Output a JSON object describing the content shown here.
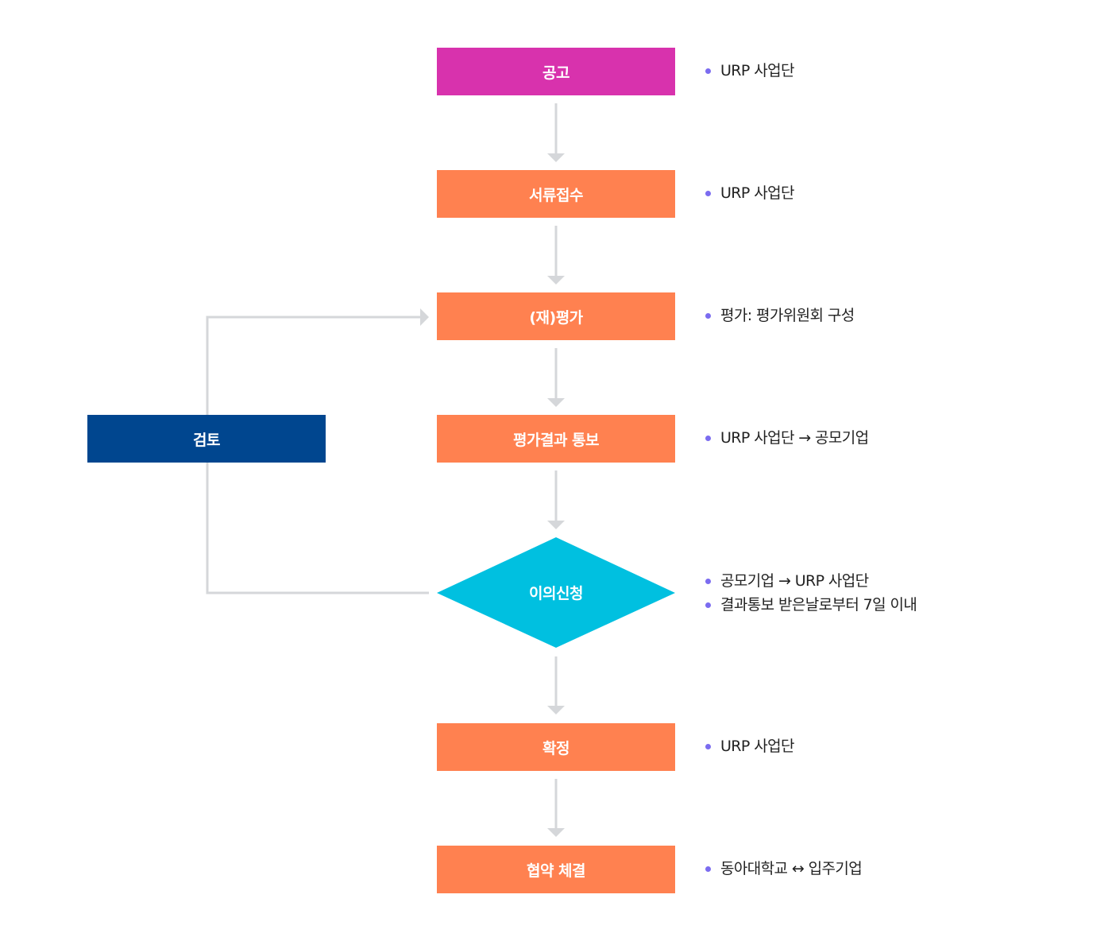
{
  "steps": [
    {
      "label": "공고",
      "notes": [
        "URP 사업단"
      ]
    },
    {
      "label": "서류접수",
      "notes": [
        "URP 사업단"
      ]
    },
    {
      "label": "(재)평가",
      "notes": [
        "평가: 평가위원회 구성"
      ]
    },
    {
      "label": "평가결과 통보",
      "notes": [
        "URP 사업단 → 공모기업"
      ]
    },
    {
      "label": "이의신청",
      "notes": [
        "공모기업 → URP 사업단",
        "결과통보 받은날로부터 7일 이내"
      ]
    },
    {
      "label": "확정",
      "notes": [
        "URP 사업단"
      ]
    },
    {
      "label": "협약 체결",
      "notes": [
        "동아대학교 ↔ 입주기업"
      ]
    }
  ],
  "review": {
    "label": "검토"
  },
  "colors": {
    "announce": "#d832ad",
    "step": "#ff8150",
    "decision": "#00c0e0",
    "review": "#00468f",
    "connector": "#d5d7da",
    "bullet": "#7b6cf0"
  }
}
